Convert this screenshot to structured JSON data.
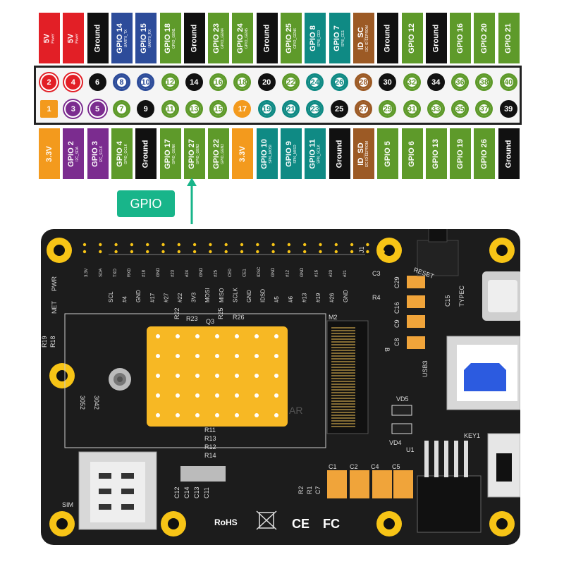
{
  "colors": {
    "power": "#e21f26",
    "ground": "#111111",
    "gpio": "#5e9a2a",
    "i2c_spi_uart": "#7b2c8f",
    "uart_blue": "#2d4c9a",
    "spi_teal": "#0f8a84",
    "id_brown": "#9c5a25",
    "v33": "#f39a1d",
    "pcb": "#1c1c1c",
    "heatsink": "#f7b824",
    "gpio_tag": "#18b58a"
  },
  "top_labels": [
    {
      "text": "5V",
      "sub": "Power",
      "color": "power"
    },
    {
      "text": "5V",
      "sub": "Power",
      "color": "power"
    },
    {
      "text": "Ground",
      "sub": "",
      "color": "ground"
    },
    {
      "text": "GPIO 14",
      "sub": "UART0_TX",
      "color": "uart_blue"
    },
    {
      "text": "GPIO 15",
      "sub": "UART0_RX",
      "color": "uart_blue"
    },
    {
      "text": "GPIO 18",
      "sub": "GPIO_GEN1",
      "color": "gpio"
    },
    {
      "text": "Ground",
      "sub": "",
      "color": "ground"
    },
    {
      "text": "GPIO 23",
      "sub": "GPIO_GEN4",
      "color": "gpio"
    },
    {
      "text": "GPIO 24",
      "sub": "GPIO_GEN5",
      "color": "gpio"
    },
    {
      "text": "Ground",
      "sub": "",
      "color": "ground"
    },
    {
      "text": "GPIO 25",
      "sub": "GPIO_GEN6",
      "color": "gpio"
    },
    {
      "text": "GPIO 8",
      "sub": "SPI0_CE0",
      "color": "spi_teal"
    },
    {
      "text": "GPIO 7",
      "sub": "SPI0_CE1",
      "color": "spi_teal"
    },
    {
      "text": "ID_SC",
      "sub": "I2C ID EEPROM",
      "color": "id_brown"
    },
    {
      "text": "Ground",
      "sub": "",
      "color": "ground"
    },
    {
      "text": "GPIO 12",
      "sub": "",
      "color": "gpio"
    },
    {
      "text": "Ground",
      "sub": "",
      "color": "ground"
    },
    {
      "text": "GPIO 16",
      "sub": "",
      "color": "gpio"
    },
    {
      "text": "GPIO 20",
      "sub": "",
      "color": "gpio"
    },
    {
      "text": "GPIO 21",
      "sub": "",
      "color": "gpio"
    }
  ],
  "bottom_labels": [
    {
      "text": "3.3V",
      "sub": "",
      "color": "v33"
    },
    {
      "text": "GPIO 2",
      "sub": "I2C_SDA",
      "color": "i2c_spi_uart"
    },
    {
      "text": "GPIO 3",
      "sub": "I2C_SCLK",
      "color": "i2c_spi_uart"
    },
    {
      "text": "GPIO 4",
      "sub": "GPIO_GCLK",
      "color": "gpio"
    },
    {
      "text": "Ground",
      "sub": "",
      "color": "ground"
    },
    {
      "text": "GPIO 17",
      "sub": "GPIO_GEN0",
      "color": "gpio"
    },
    {
      "text": "GPIO 27",
      "sub": "GPIO_GEN2",
      "color": "gpio"
    },
    {
      "text": "GPIO 22",
      "sub": "GPIO_GEN3",
      "color": "gpio"
    },
    {
      "text": "3.3V",
      "sub": "",
      "color": "v33"
    },
    {
      "text": "GPIO 10",
      "sub": "SPI0_MOSI",
      "color": "spi_teal"
    },
    {
      "text": "GPIO 9",
      "sub": "SPI0_MISO",
      "color": "spi_teal"
    },
    {
      "text": "GPIO 11",
      "sub": "SPI0_SCLK",
      "color": "spi_teal"
    },
    {
      "text": "Ground",
      "sub": "",
      "color": "ground"
    },
    {
      "text": "ID_SD",
      "sub": "I2C ID EEPROM",
      "color": "id_brown"
    },
    {
      "text": "GPIO 5",
      "sub": "",
      "color": "gpio"
    },
    {
      "text": "GPIO 6",
      "sub": "",
      "color": "gpio"
    },
    {
      "text": "GPIO 13",
      "sub": "",
      "color": "gpio"
    },
    {
      "text": "GPIO 19",
      "sub": "",
      "color": "gpio"
    },
    {
      "text": "GPIO 26",
      "sub": "",
      "color": "gpio"
    },
    {
      "text": "Ground",
      "sub": "",
      "color": "ground"
    }
  ],
  "pins_top": [
    {
      "num": "2",
      "color": "power"
    },
    {
      "num": "4",
      "color": "power"
    },
    {
      "num": "6",
      "color": "ground"
    },
    {
      "num": "8",
      "color": "uart_blue"
    },
    {
      "num": "10",
      "color": "uart_blue"
    },
    {
      "num": "12",
      "color": "gpio"
    },
    {
      "num": "14",
      "color": "ground"
    },
    {
      "num": "16",
      "color": "gpio"
    },
    {
      "num": "18",
      "color": "gpio"
    },
    {
      "num": "20",
      "color": "ground"
    },
    {
      "num": "22",
      "color": "gpio"
    },
    {
      "num": "24",
      "color": "spi_teal"
    },
    {
      "num": "26",
      "color": "spi_teal"
    },
    {
      "num": "28",
      "color": "id_brown"
    },
    {
      "num": "30",
      "color": "ground"
    },
    {
      "num": "32",
      "color": "gpio"
    },
    {
      "num": "34",
      "color": "ground"
    },
    {
      "num": "36",
      "color": "gpio"
    },
    {
      "num": "38",
      "color": "gpio"
    },
    {
      "num": "40",
      "color": "gpio"
    }
  ],
  "pins_bottom": [
    {
      "num": "1",
      "color": "v33"
    },
    {
      "num": "3",
      "color": "i2c_spi_uart"
    },
    {
      "num": "5",
      "color": "i2c_spi_uart"
    },
    {
      "num": "7",
      "color": "gpio"
    },
    {
      "num": "9",
      "color": "ground"
    },
    {
      "num": "11",
      "color": "gpio"
    },
    {
      "num": "13",
      "color": "gpio"
    },
    {
      "num": "15",
      "color": "gpio"
    },
    {
      "num": "17",
      "color": "v33"
    },
    {
      "num": "19",
      "color": "spi_teal"
    },
    {
      "num": "21",
      "color": "spi_teal"
    },
    {
      "num": "23",
      "color": "spi_teal"
    },
    {
      "num": "25",
      "color": "ground"
    },
    {
      "num": "27",
      "color": "id_brown"
    },
    {
      "num": "29",
      "color": "gpio"
    },
    {
      "num": "31",
      "color": "gpio"
    },
    {
      "num": "33",
      "color": "gpio"
    },
    {
      "num": "35",
      "color": "gpio"
    },
    {
      "num": "37",
      "color": "gpio"
    },
    {
      "num": "39",
      "color": "ground"
    }
  ],
  "gpio_tag": "GPIO",
  "board": {
    "header_labels": [
      "SCL",
      "#4",
      "GND",
      "#17",
      "#27",
      "#22",
      "3V3",
      "MOSI",
      "MISO",
      "SCLK",
      "GND",
      "IDSD",
      "#5",
      "#6",
      "#13",
      "#19",
      "#26",
      "GND"
    ],
    "top_small_labels": [
      "3.3V",
      "SDA",
      "TXD",
      "RXD",
      "#18",
      "GND",
      "#23",
      "#24",
      "GND",
      "#25",
      "CE0",
      "CE1",
      "IDSC",
      "GND",
      "#12",
      "GND",
      "#16",
      "#20",
      "#21"
    ],
    "silk": {
      "pwr": "PWR",
      "net": "NET",
      "r19": "R19",
      "r18": "R18",
      "r22": "R22",
      "r23": "R23",
      "q3": "Q3",
      "r25": "R25",
      "r26": "R26",
      "m2": "M2",
      "b": "B",
      "c3": "C3",
      "r4": "R4",
      "c29": "C29",
      "c16": "C16",
      "c9": "C9",
      "c8": "C8",
      "c15": "C15",
      "typec": "TYPEC",
      "reset": "RESET",
      "usb3": "USB3",
      "vd5": "VD5",
      "vd4": "VD4",
      "u1": "U1",
      "key1": "KEY1",
      "sim": "SIM",
      "n3052": "3052",
      "n3042": "3042",
      "r11": "R11",
      "r13": "R13",
      "r12": "R12",
      "r14": "R14",
      "c12": "C12",
      "c14": "C14",
      "c13": "C13",
      "c11": "C11",
      "r2": "R2",
      "r1": "R1",
      "c7": "C7",
      "c1": "C1",
      "c2": "C2",
      "c4": "C4",
      "c5": "C5",
      "j1": "J1",
      "watermark": "AR"
    },
    "marks": {
      "rohs": "RoHS",
      "ce": "CE",
      "fc": "FC"
    }
  }
}
